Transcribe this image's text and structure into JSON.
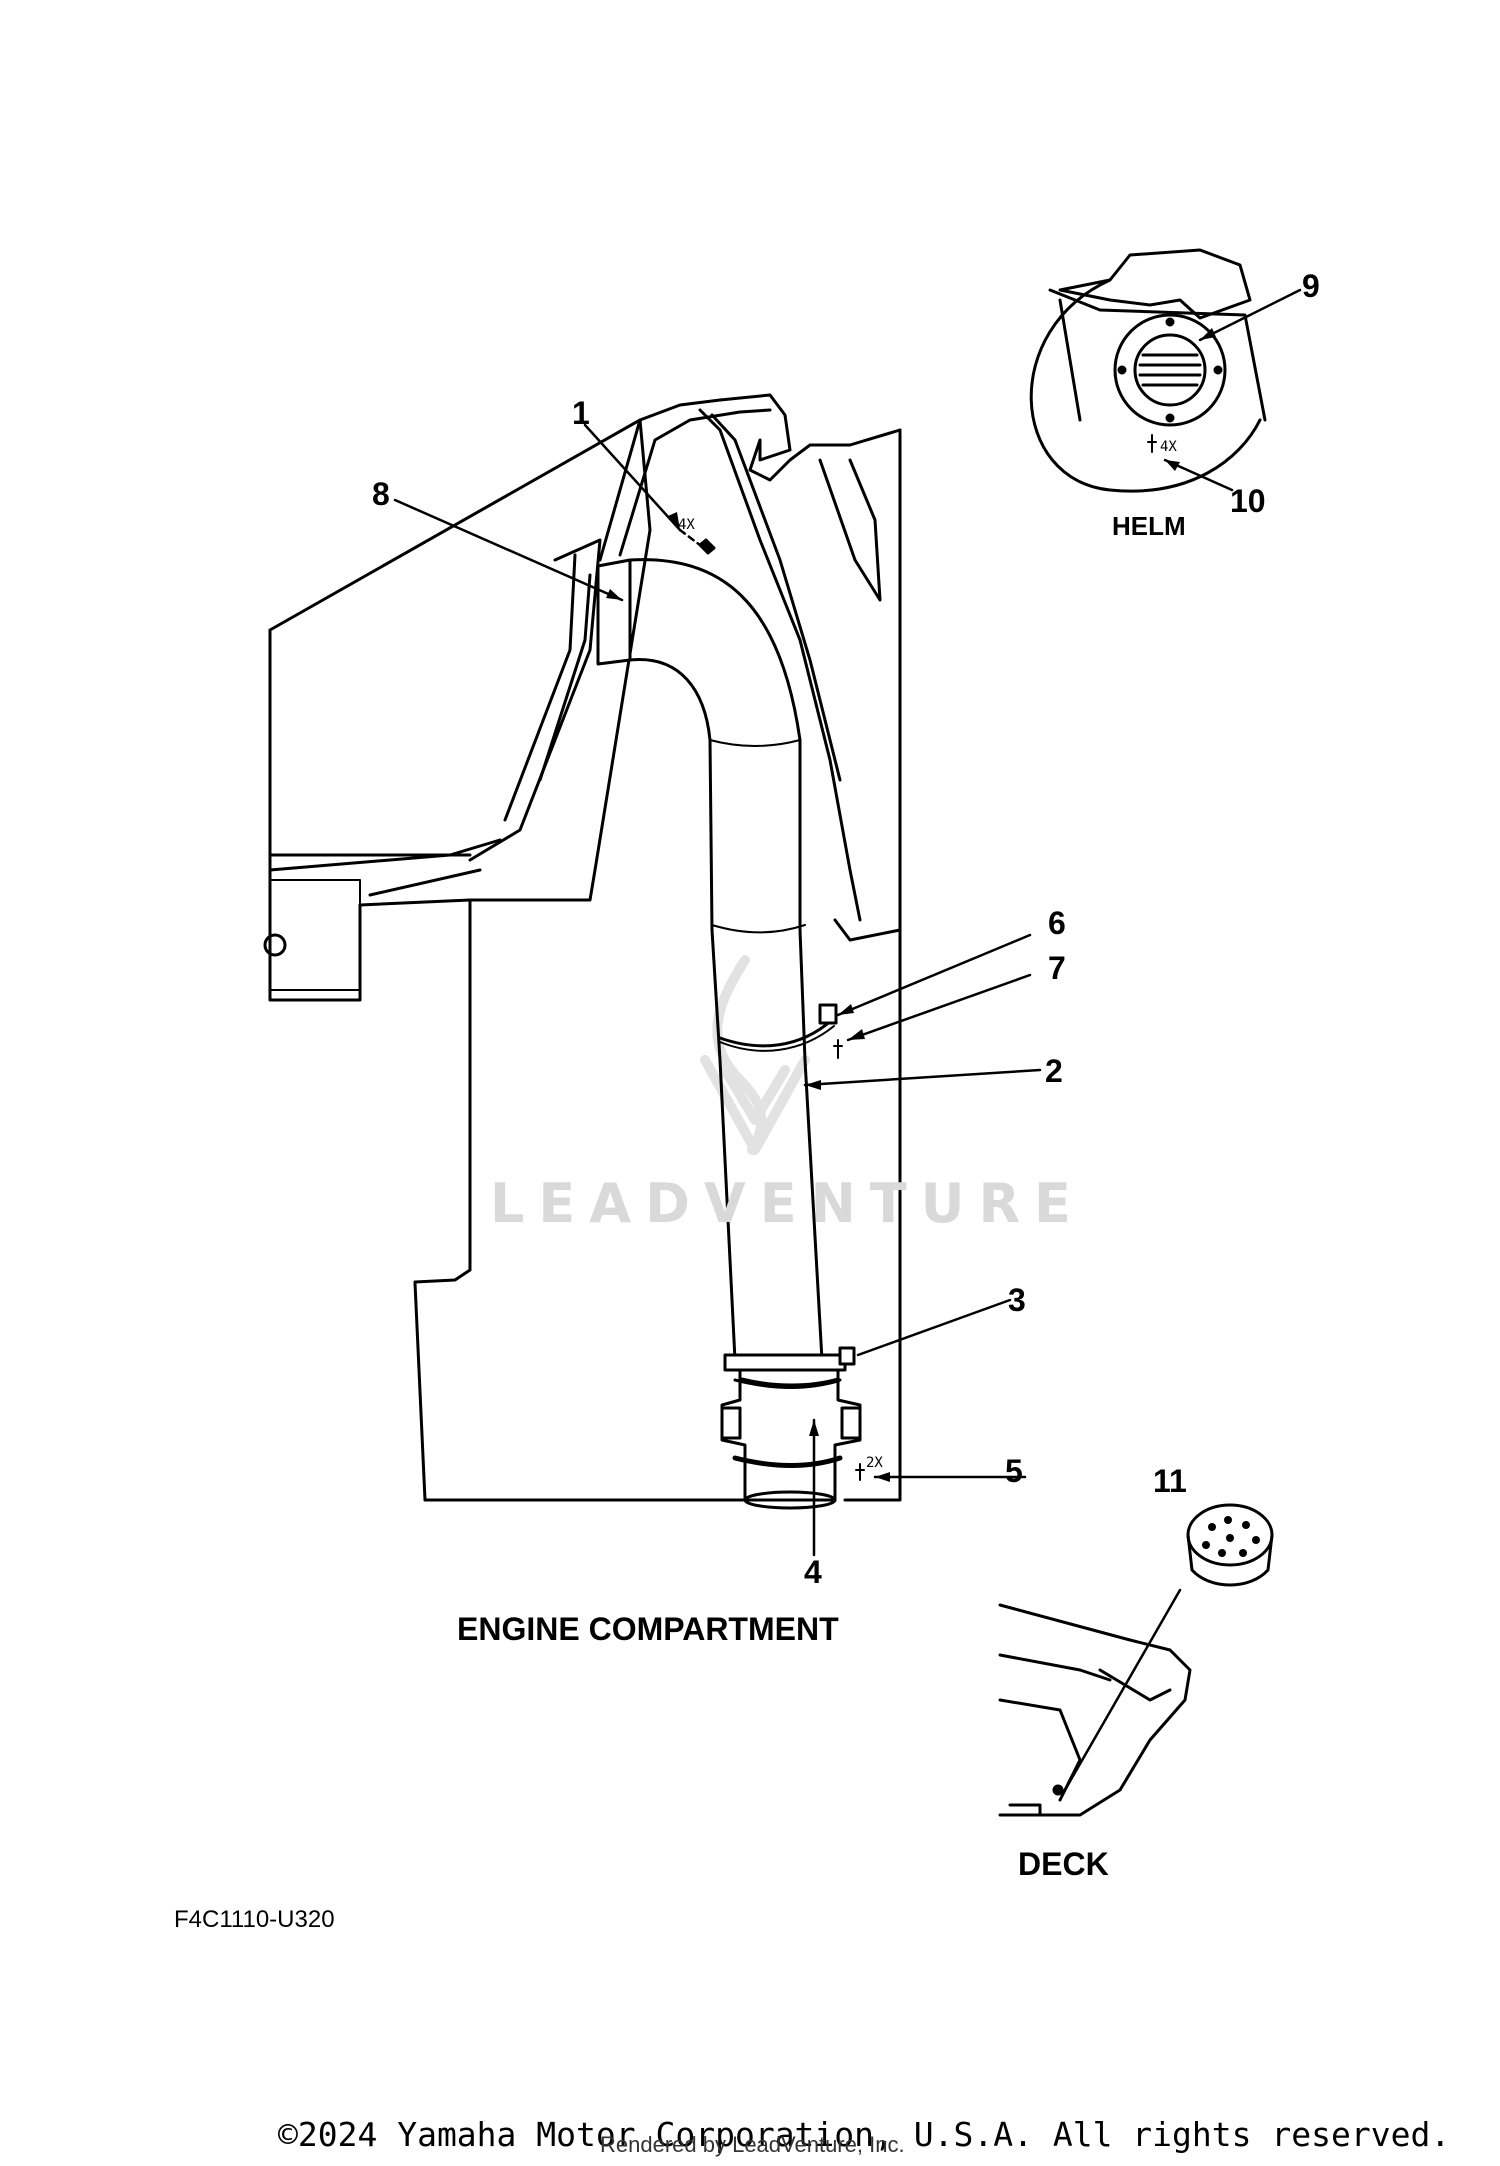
{
  "callouts": [
    "1",
    "2",
    "3",
    "4",
    "5",
    "6",
    "7",
    "8",
    "9",
    "10",
    "11"
  ],
  "quantities": {
    "q1": "4X",
    "q5": "2X",
    "q10": "4X"
  },
  "captions": {
    "helm": "HELM",
    "engine": "ENGINE COMPARTMENT",
    "deck": "DECK"
  },
  "figure_code": "F4C1110-U320",
  "watermark": "LEADVENTURE",
  "footer": {
    "copyright": "©2024 Yamaha Motor Corporation, U.S.A. All rights reserved.",
    "rendered_by": "Rendered by LeadVenture, Inc."
  }
}
